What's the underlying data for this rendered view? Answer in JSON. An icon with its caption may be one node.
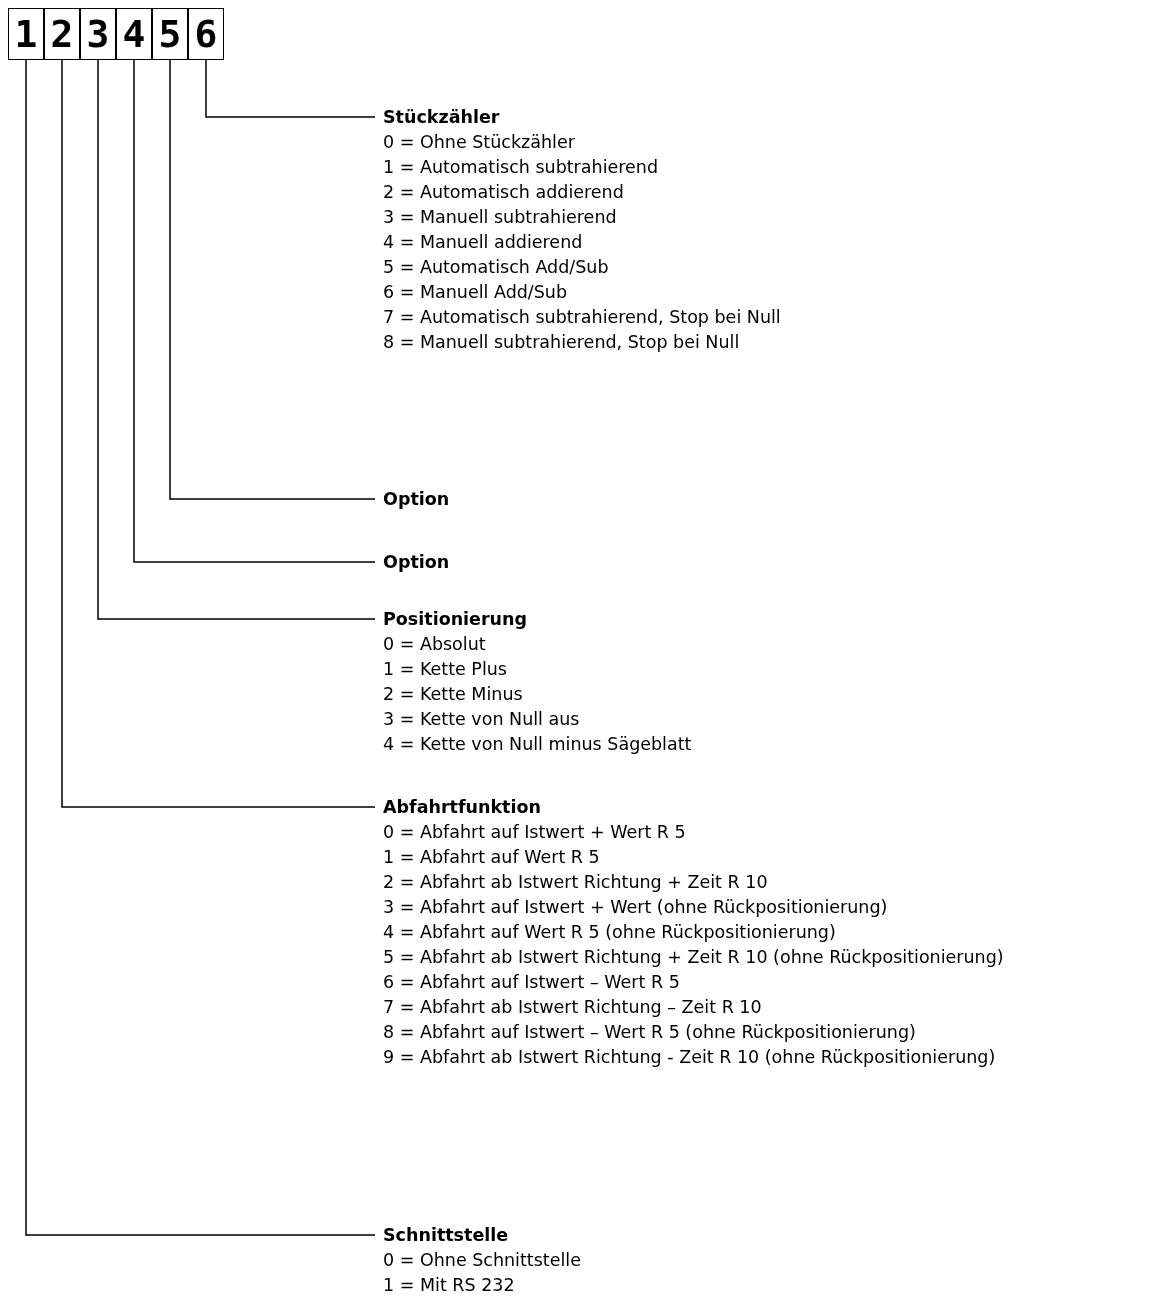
{
  "diagram": {
    "nodes": [
      {
        "text": [
          "1"
        ]
      },
      {
        "text": [
          "2"
        ]
      },
      {
        "text": [
          "3"
        ]
      },
      {
        "text": [
          "4"
        ]
      },
      {
        "text": [
          "5"
        ]
      },
      {
        "text": [
          "6"
        ]
      },
      {
        "text": [
          "Stückzähler",
          "0 = Ohne Stückzähler",
          "1 = Automatisch subtrahierend",
          "2 = Automatisch addierend",
          "3 = Manuell subtrahierend",
          "4 = Manuell addierend",
          "5 = Automatisch Add/Sub",
          "6 = Manuell Add/Sub",
          "7 = Automatisch subtrahierend, Stop bei Null",
          "8 = Manuell subtrahierend, Stop bei Null"
        ]
      },
      {
        "text": [
          "Option"
        ]
      },
      {
        "text": [
          "Option"
        ]
      },
      {
        "text": [
          "Positionierung",
          "0 = Absolut",
          "1 = Kette Plus",
          "2 = Kette Minus",
          "3 = Kette von Null aus",
          "4 = Kette von Null minus Sägeblatt"
        ]
      },
      {
        "text": [
          "Abfahrtfunktion",
          "0 = Abfahrt auf Istwert + Wert R 5",
          "1 = Abfahrt auf Wert R 5",
          "2 = Abfahrt ab Istwert Richtung + Zeit R 10",
          "3 = Abfahrt auf Istwert + Wert (ohne Rückpositionierung)",
          "4 = Abfahrt auf Wert R 5 (ohne Rückpositionierung)",
          "5 = Abfahrt ab Istwert Richtung + Zeit R 10 (ohne Rückpositionierung)",
          "6 = Abfahrt auf Istwert – Wert R 5",
          "7 = Abfahrt ab Istwert Richtung – Zeit R 10",
          "8 = Abfahrt auf Istwert – Wert R 5 (ohne Rückpositionierung)",
          "9 = Abfahrt ab Istwert Richtung - Zeit R 10 (ohne Rückpositionierung)"
        ]
      },
      {
        "text": [
          "Schnittstelle",
          "0 = Ohne Schnittstelle",
          "1 = Mit RS 232"
        ]
      }
    ],
    "edges": [
      {
        "from": 6,
        "to": 5,
        "arrow": "none"
      },
      {
        "from": 7,
        "to": 4,
        "arrow": "none"
      },
      {
        "from": 8,
        "to": 3,
        "arrow": "none"
      },
      {
        "from": 9,
        "to": 2,
        "arrow": "none"
      },
      {
        "from": 10,
        "to": 1,
        "arrow": "none"
      },
      {
        "from": 11,
        "to": 0,
        "arrow": "none"
      }
    ]
  }
}
